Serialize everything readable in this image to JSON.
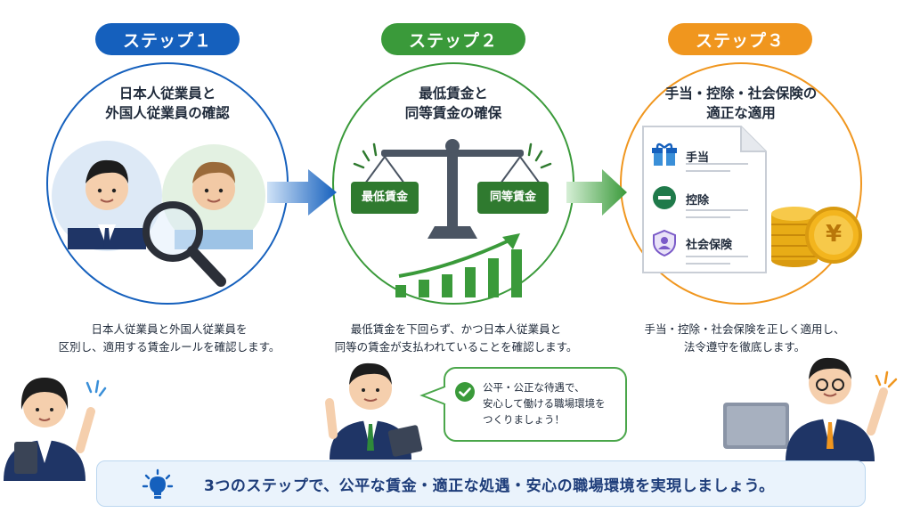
{
  "steps": [
    {
      "badge": "ステップ１",
      "title_lines": [
        "日本人従業員と",
        "外国人従業員の確認"
      ],
      "desc_lines": [
        "日本人従業員と外国人従業員を",
        "区別し、適用する賃金ルールを確認します。"
      ],
      "color": "#1560bd"
    },
    {
      "badge": "ステップ２",
      "title_lines": [
        "最低賃金と",
        "同等賃金の確保"
      ],
      "desc_lines": [
        "最低賃金を下回らず、かつ日本人従業員と",
        "同等の賃金が支払われていることを確認します。"
      ],
      "color": "#3a9a3a",
      "scale_labels": [
        "最低賃金",
        "同等賃金"
      ]
    },
    {
      "badge": "ステップ３",
      "title_lines": [
        "手当・控除・社会保険の",
        "適正な適用"
      ],
      "desc_lines": [
        "手当・控除・社会保険を正しく適用し、",
        "法令遵守を徹底します。"
      ],
      "color": "#f0961e",
      "doc_items": [
        "手当",
        "控除",
        "社会保険"
      ],
      "coin_symbol": "¥"
    }
  ],
  "bubble_lines": [
    "公平・公正な待遇で、",
    "安心して働ける職場環境を",
    "つくりましょう！"
  ],
  "banner": "3つのステップで、公平な賃金・適正な処遇・安心の職場環境を実現しましょう。"
}
